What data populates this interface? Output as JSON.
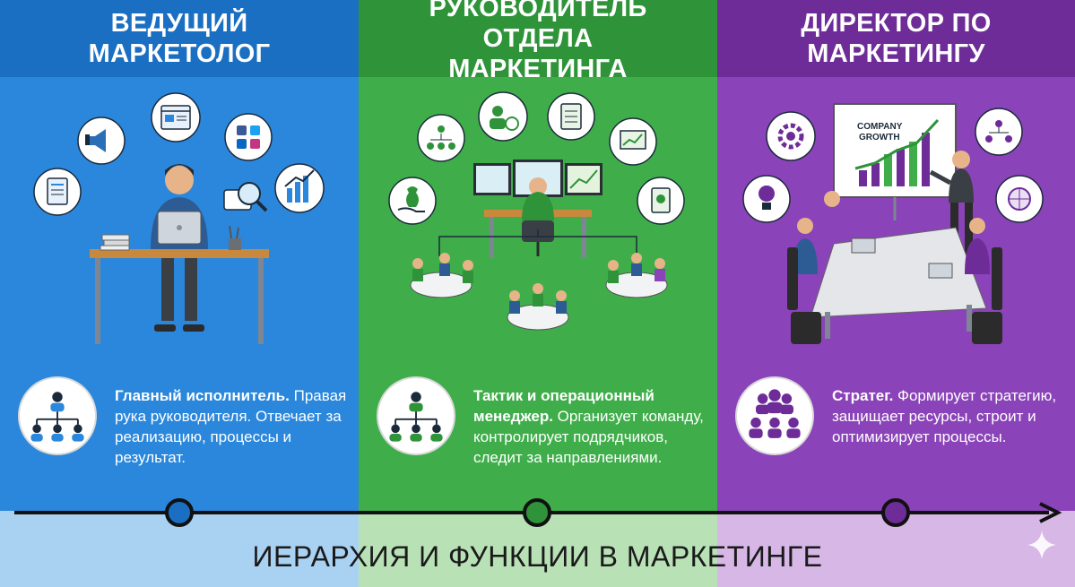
{
  "columns": [
    {
      "title_line1": "ВЕДУЩИЙ",
      "title_line2": "МАРКЕТОЛОГ",
      "desc_bold": "Главный исполнитель.",
      "desc_text": " Правая рука руководителя. Отвечает за реализацию, процессы и результат."
    },
    {
      "title_line1": "РУКОВОДИТЕЛЬ",
      "title_line2": "ОТДЕЛА МАРКЕТИНГА",
      "desc_bold": "Тактик и операционный менеджер.",
      "desc_text": " Организует команду, контролирует подрядчиков, следит за направлениями."
    },
    {
      "title_line1": "ДИРЕКТОР ПО",
      "title_line2": "МАРКЕТИНГУ",
      "desc_bold": "Стратег.",
      "desc_text": " Формирует стратегию, защищает ресурсы, строит и оптимизирует процессы."
    }
  ],
  "chart_board": {
    "line1": "COMPANY",
    "line2": "GROWTH"
  },
  "footer": {
    "title": "ИЕРАРХИЯ И ФУНКЦИИ В МАРКЕТИНГЕ"
  },
  "colors": {
    "blue": "#2a87dc",
    "green": "#3fae4a",
    "purple": "#8a43b8"
  }
}
